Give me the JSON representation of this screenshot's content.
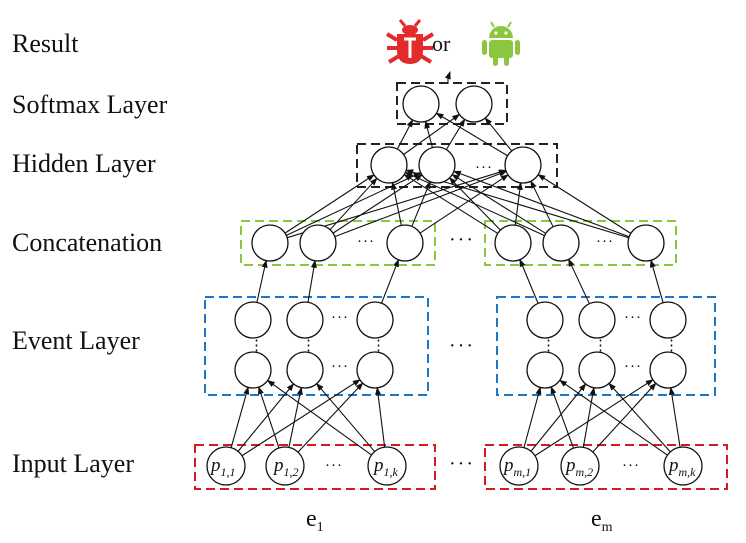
{
  "labels": {
    "result": "Result",
    "softmax": "Softmax Layer",
    "hidden": "Hidden Layer",
    "concat": "Concatenation",
    "event": "Event Layer",
    "input": "Input Layer"
  },
  "result": {
    "connector": "or",
    "malware_icon": "bug-icon",
    "benign_icon": "android-icon"
  },
  "ellipsis": "···",
  "vertical_ellipsis": "⋮",
  "events": [
    {
      "name": "e",
      "sub": "1"
    },
    {
      "name": "e",
      "sub": "m"
    }
  ],
  "inputs": {
    "left": [
      {
        "p": "p",
        "sub": "1,1"
      },
      {
        "p": "p",
        "sub": "1,2"
      },
      {
        "p": "p",
        "sub": "1,k"
      }
    ],
    "right": [
      {
        "p": "p",
        "sub": "m,1"
      },
      {
        "p": "p",
        "sub": "m,2"
      },
      {
        "p": "p",
        "sub": "m,k"
      }
    ]
  },
  "colors": {
    "input_box": "#d7191c",
    "event_box": "#1f77c4",
    "concat_box": "#8cc63f",
    "hidden_box": "#222222",
    "softmax_box": "#222222",
    "bug": "#e32b2b",
    "android": "#8cc63f"
  }
}
